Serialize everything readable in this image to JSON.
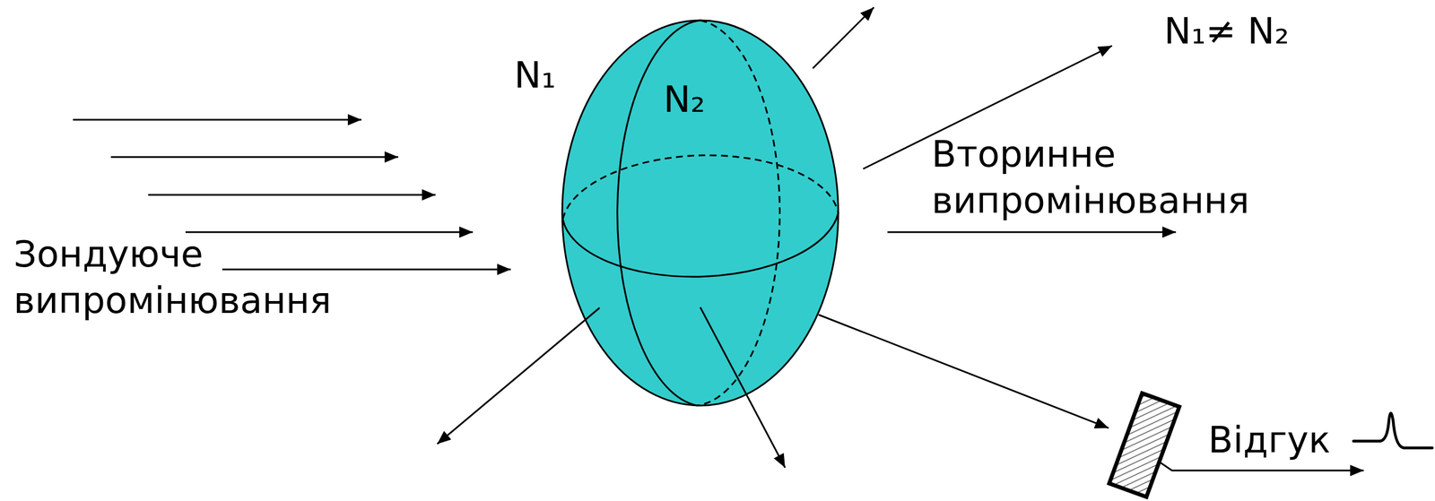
{
  "diagram": {
    "nodes": [
      {
        "text": [
          "N₁",
          "N₂"
        ]
      },
      {
        "text": [
          "Відгук"
        ]
      }
    ],
    "edges": [
      {
        "from": 0,
        "to": 1,
        "arrow": "to"
      }
    ],
    "labels": [
      "Зондуюче випромінювання",
      "N₁≠ N₂",
      "Вторинне випромінювання"
    ]
  }
}
